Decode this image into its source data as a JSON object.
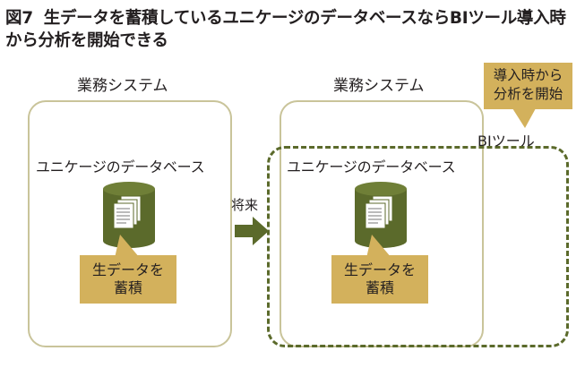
{
  "title": {
    "figure": "図7",
    "text": "生データを蓄積しているユニケージのデータベースならBIツール導入時から分析を開始できる"
  },
  "left_system": {
    "label": "業務システム",
    "db_label": "ユニケージのデータベース",
    "callout_line1": "生データを",
    "callout_line2": "蓄積"
  },
  "arrow_label": "将来",
  "right_system": {
    "label": "業務システム",
    "db_label": "ユニケージのデータベース",
    "callout_line1": "生データを",
    "callout_line2": "蓄積"
  },
  "bi_tool": {
    "label": "BIツール",
    "callout_line1": "導入時から",
    "callout_line2": "分析を開始"
  },
  "colors": {
    "system_border": "#c9c49a",
    "db_fill": "#5b6a2b",
    "callout_fill": "#d3b15c",
    "bi_border": "#5b6a2b"
  }
}
